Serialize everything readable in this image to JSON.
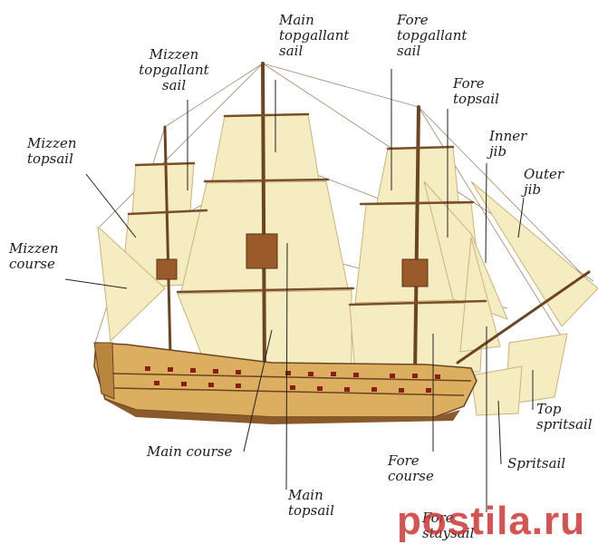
{
  "labels": {
    "mizzen_topgallant_sail": "Mizzen\ntopgallant\nsail",
    "main_topgallant_sail": "Main\ntopgallant\nsail",
    "fore_topgallant_sail": "Fore\ntopgallant\nsail",
    "fore_topsail": "Fore\ntopsail",
    "mizzen_topsail": "Mizzen\ntopsail",
    "inner_jib": "Inner\njib",
    "outer_jib": "Outer\njib",
    "mizzen_course": "Mizzen\ncourse",
    "top_spritsail": "Top\nspritsail",
    "main_course": "Main course",
    "spritsail": "Spritsail",
    "fore_course": "Fore\ncourse",
    "main_topsail": "Main\ntopsail",
    "fore_staysail": "Fore\nstaysail"
  },
  "watermark": "postila.ru",
  "colors": {
    "sail": "#f6ecc2",
    "sail_edge": "#c9b37a",
    "hull": "#d9a85a",
    "hull_dark": "#8a5a2a",
    "rigging": "#7a5a3a",
    "leader": "#222222",
    "watermark": "#cc2d2d"
  }
}
